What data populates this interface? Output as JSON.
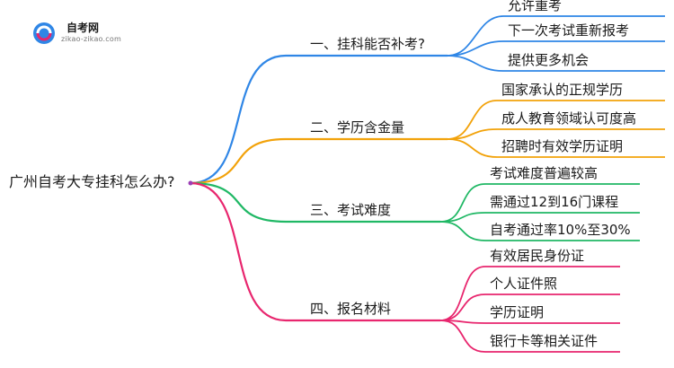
{
  "logo": {
    "title": "自考网",
    "subtitle": "zikao-zikao.com"
  },
  "root": "广州自考大专挂科怎么办?",
  "branches": [
    {
      "label": "一、挂科能否补考?",
      "color": "#2f86e6",
      "leaves": [
        "允许重考",
        "下一次考试重新报考",
        "提供更多机会"
      ]
    },
    {
      "label": "二、学历含金量",
      "color": "#f2a20a",
      "leaves": [
        "国家承认的正规学历",
        "成人教育领域认可度高",
        "招聘时有效学历证明"
      ]
    },
    {
      "label": "三、考试难度",
      "color": "#20b865",
      "leaves": [
        "考试难度普遍较高",
        "需通过12到16门课程",
        "自考通过率10%至30%"
      ]
    },
    {
      "label": "四、报名材料",
      "color": "#e8266e",
      "leaves": [
        "有效居民身份证",
        "个人证件照",
        "学历证明",
        "银行卡等相关证件"
      ]
    }
  ]
}
